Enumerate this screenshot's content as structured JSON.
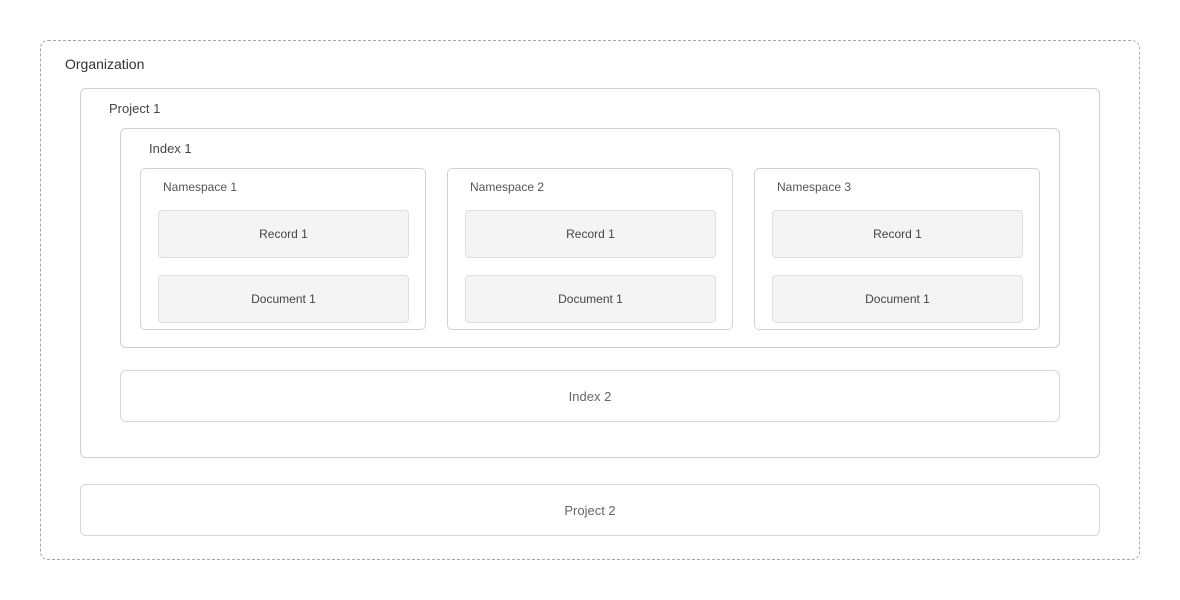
{
  "organization": {
    "label": "Organization"
  },
  "project1": {
    "label": "Project 1",
    "index1": {
      "label": "Index 1",
      "namespaces": [
        {
          "label": "Namespace 1",
          "record": "Record 1",
          "document": "Document 1"
        },
        {
          "label": "Namespace 2",
          "record": "Record 1",
          "document": "Document 1"
        },
        {
          "label": "Namespace 3",
          "record": "Record 1",
          "document": "Document 1"
        }
      ]
    },
    "index2": {
      "label": "Index 2"
    }
  },
  "project2": {
    "label": "Project 2"
  }
}
